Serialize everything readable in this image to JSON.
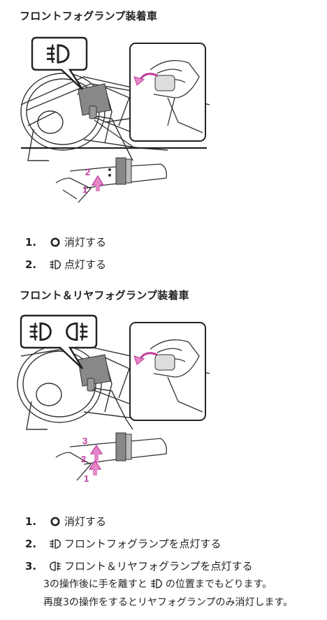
{
  "section1": {
    "title": "フロントフォグランプ装着車",
    "figure_labels": [
      "2",
      "1"
    ],
    "items": [
      {
        "num": "1.",
        "icon": "off-ring-icon",
        "text": "消灯する"
      },
      {
        "num": "2.",
        "icon": "front-fog-icon",
        "text": "点灯する"
      }
    ]
  },
  "section2": {
    "title": "フロント＆リヤフォグランプ装着車",
    "figure_labels": [
      "3",
      "2",
      "1"
    ],
    "items": [
      {
        "num": "1.",
        "icon": "off-ring-icon",
        "text": "消灯する"
      },
      {
        "num": "2.",
        "icon": "front-fog-icon",
        "text": "フロントフォグランプを点灯する"
      },
      {
        "num": "3.",
        "icon": "rear-fog-icon",
        "text": "フロント＆リヤフォグランプを点灯する"
      }
    ],
    "note_line1_a": "3の操作後に手を離すと",
    "note_line1_b": "の位置までもどります。",
    "note_line2": "再度3の操作をするとリヤフォグランプのみ消灯します。"
  },
  "colors": {
    "accent": "#c0389a",
    "accent_fill": "#e487c8"
  }
}
